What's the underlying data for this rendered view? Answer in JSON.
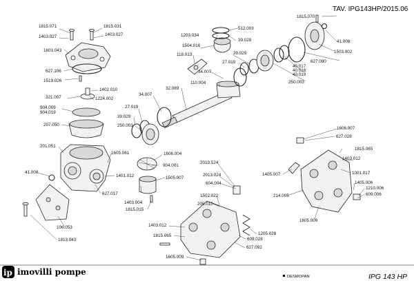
{
  "header": {
    "table_code": "TAV. IPG143HP/2015.06"
  },
  "footer": {
    "logo_mark": "ip",
    "brand_name": "imovilli pompe",
    "legend_text": "DESMOPAN",
    "model_name": "IPG 143 HP"
  },
  "parts": {
    "p1815_071": "1815.071",
    "p1815_031": "1815.031",
    "p1403_027_a": "1403.027",
    "p1403_027_b": "1403.027",
    "p1603_043": "1603.043",
    "p627_106": "627.106",
    "p1519_026": "1519.026",
    "p321_007": "321.007",
    "p1402_010": "1402.010",
    "p1224_002": "1224.002",
    "p904_009": "904.009",
    "p904_019": "904.019",
    "p207_050": "207.050",
    "p201_051": "201.051",
    "p1605_061": "1605.061",
    "p41_008": "41.008",
    "p1401_012": "1401.012",
    "p627_017": "627.017",
    "p106_053": "106.053",
    "p1813_043": "1813.043",
    "p1203_034": "1203.034",
    "p512_003": "512.003",
    "p39_028": "39.028",
    "p1504_016": "1504.016",
    "p118_013": "118.013",
    "p39_029_a": "39.029",
    "p27_019_a": "27.019",
    "p34_007_a": "34.007",
    "p110_004": "110.004",
    "p34_007_b": "34.007",
    "p32_089": "32.089",
    "p27_019_b": "27.019",
    "p39_029_b": "39.029",
    "p250_003_a": "250.003",
    "p1606_004": "1606.004",
    "p904_001": "904.001",
    "p1505_007": "1505.007",
    "p1403_004": "1403.004",
    "p1815_015": "1815.015",
    "p1815_070": "1815.070",
    "p41_008_b": "41.008",
    "p1503_002": "1503.002",
    "p627_090": "627.090",
    "p40_017": "40.017",
    "p40_018": "40.018",
    "p40_019": "40.019",
    "p250_003_b": "250.003",
    "p1606_007": "1606.007",
    "p627_028": "627.028",
    "p1815_065_a": "1815.065",
    "p1403_012_a": "1403.012",
    "p1405_007": "1405.007",
    "p1001_017": "1001.017",
    "p1405_006": "1405.006",
    "p1210_006": "1210.006",
    "p609_006": "609.006",
    "p214_005": "214.005",
    "p1605_009_a": "1605.009",
    "p2013_524": "2013.524",
    "p2013_024": "2013.024",
    "p604_004": "604.004",
    "p1502_022": "1502.022",
    "p205_010": "205.010",
    "p1403_012_b": "1403.012",
    "p1815_065_b": "1815.065",
    "p1205_028": "1205.028",
    "p609_028": "609.028",
    "p627_092": "627.092",
    "p1605_009_b": "1605.009"
  }
}
